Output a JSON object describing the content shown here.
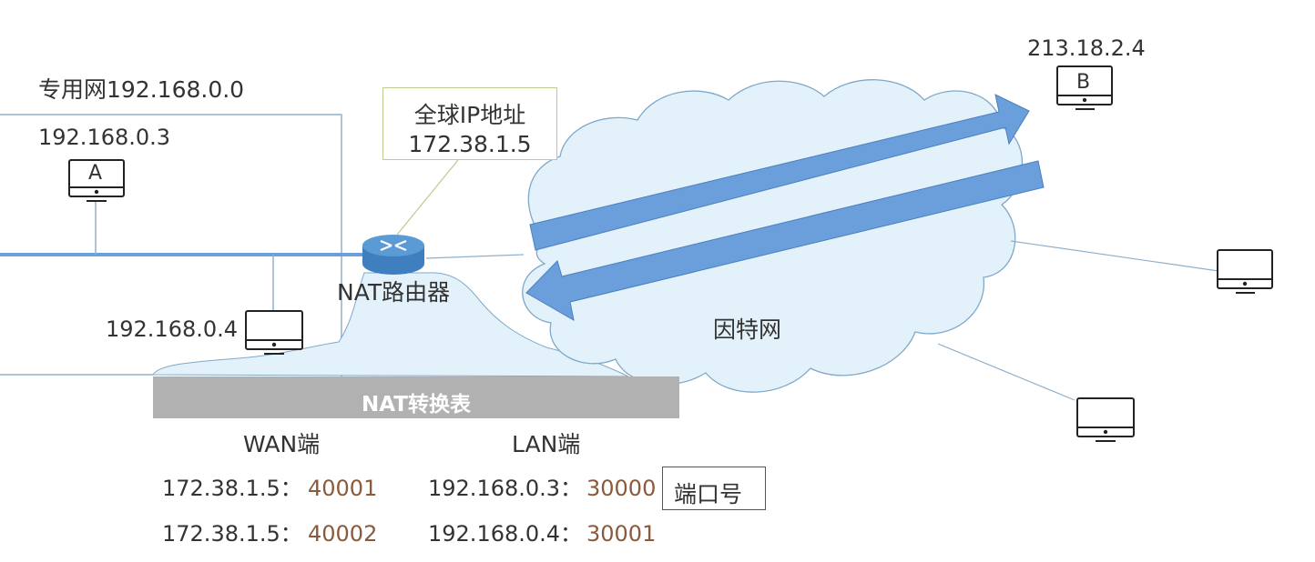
{
  "private_net": {
    "label": "专用网192.168.0.0"
  },
  "host_a": {
    "ip": "192.168.0.3",
    "label": "A"
  },
  "host_2": {
    "ip": "192.168.0.4"
  },
  "callout": {
    "line1": "全球IP地址",
    "line2": "172.38.1.5"
  },
  "router": {
    "label": "NAT路由器"
  },
  "internet": {
    "label": "因特网"
  },
  "host_b": {
    "ip": "213.18.2.4",
    "label": "B"
  },
  "nat_table": {
    "title": "NAT转换表",
    "wan_header": "WAN端",
    "lan_header": "LAN端",
    "rows": [
      {
        "wan_ip": "172.38.1.5：",
        "wan_port": "40001",
        "lan_ip": "192.168.0.3：",
        "lan_port": "30000"
      },
      {
        "wan_ip": "172.38.1.5：",
        "wan_port": "40002",
        "lan_ip": "192.168.0.4：",
        "lan_port": "30001"
      }
    ]
  },
  "port_label": "端口号",
  "colors": {
    "arrow": "#6b9fdb",
    "cloud": "#e3f1fa",
    "cloud_stroke": "#7fa9c9",
    "router": "#5b9bd5",
    "port_value": "#8b5a3c"
  }
}
